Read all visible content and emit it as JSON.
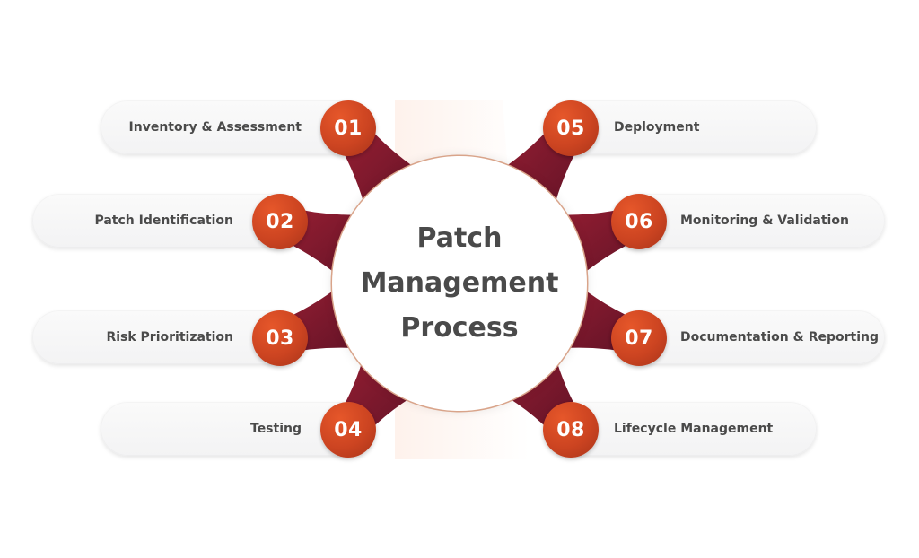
{
  "title": {
    "line1": "Patch",
    "line2": "Management",
    "line3": "Process"
  },
  "steps": [
    {
      "number": "01",
      "label": "Inventory & Assessment"
    },
    {
      "number": "02",
      "label": "Patch Identification"
    },
    {
      "number": "03",
      "label": "Risk Prioritization"
    },
    {
      "number": "04",
      "label": "Testing"
    },
    {
      "number": "05",
      "label": "Deployment"
    },
    {
      "number": "06",
      "label": "Monitoring & Validation"
    },
    {
      "number": "07",
      "label": "Documentation & Reporting"
    },
    {
      "number": "08",
      "label": "Lifecycle Management"
    }
  ],
  "colors": {
    "badge": "#d14a22",
    "connector": "#7c1830",
    "text": "#4a4a4a",
    "pill": "#f5f5f6"
  }
}
